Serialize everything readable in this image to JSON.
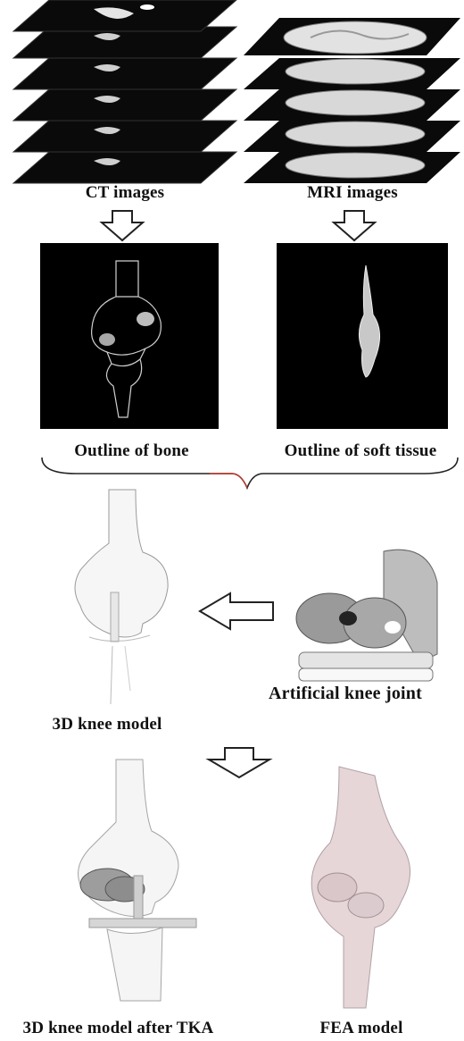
{
  "labels": {
    "ct": "CT images",
    "mri": "MRI images",
    "bone": "Outline of bone",
    "soft": "Outline of soft tissue",
    "knee3d": "3D knee model",
    "artificial": "Artificial knee joint",
    "after_tka": "3D knee model after TKA",
    "fea": "FEA model"
  },
  "colors": {
    "slice": "#0a0a0a",
    "mri_tissue": "#d8d8d8",
    "bone_line": "#cfcfcf",
    "fea_tint": "#e6d6d8",
    "brace_accent": "#c0392b"
  }
}
